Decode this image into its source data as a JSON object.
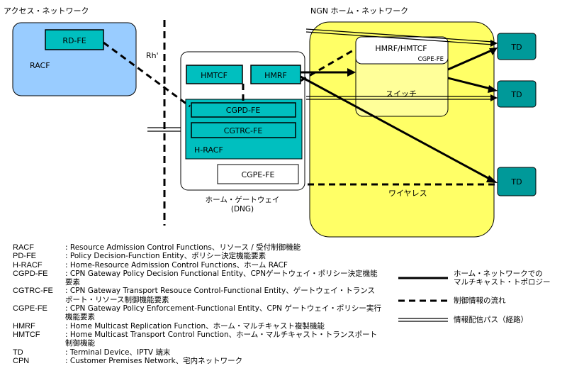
{
  "regions": {
    "access_title": "アクセス・ネットワーク",
    "ngn_title": "NGN ホーム・ネットワーク"
  },
  "nodes": {
    "racf": "RACF",
    "rd_fe": "RD-FE",
    "rh": "Rh'",
    "hmtcf": "HMTCF",
    "hmrf": "HMRF",
    "cgpd_fe": "CGPD-FE",
    "cgtrc_fe": "CGTRC-FE",
    "h_racf": "H-RACF",
    "cgpe_fe": "CGPE-FE",
    "gateway_caption_1": "ホーム・ゲートウェイ",
    "gateway_caption_2": "(DNG)",
    "hmrf_hmtcf": "HMRF/HMTCF",
    "cgpe_fe_small": "CGPE-FE",
    "switch": "スイッチ",
    "wireless": "ワイヤレス",
    "td1": "TD",
    "td2": "TD",
    "td3": "TD"
  },
  "glossary": [
    {
      "term": "RACF",
      "def": "Resource Admission Control Functions、リソース / 受付制御機能"
    },
    {
      "term": "PD-FE",
      "def": "Policy Decision-Function Entity、ポリシー決定機能要素"
    },
    {
      "term": "H-RACF",
      "def": "Home-Resource Admission Control Functions、ホーム RACF"
    },
    {
      "term": "CGPD-FE",
      "def": "CPN Gateway Policy Decision Functional Entity、CPNゲートウェイ・ポリシー決定機能要素"
    },
    {
      "term": "CGTRC-FE",
      "def": "CPN Gateway Transport Resouce Control-Functional Entity、ゲートウェイ・トランスポート・リソース制御機能要素"
    },
    {
      "term": "CGPE-FE",
      "def": "CPN Gateway Policy Enforcement-Functional Entity、CPN ゲートウェイ・ポリシー実行機能要素"
    },
    {
      "term": "HMRF",
      "def": "Home Multicast Replication Function、ホーム・マルチキャスト複製機能"
    },
    {
      "term": "HMTCF",
      "def": "Home Multicast Transport Control Function、ホーム・マルチキャスト・トランスポート制御機能"
    },
    {
      "term": "TD",
      "def": "Terminal Device、IPTV 端末"
    },
    {
      "term": "CPN",
      "def": "Customer Premises Network、宅内ネットワーク"
    }
  ],
  "key": {
    "solid_1": "ホーム・ネットワークでの",
    "solid_2": "マルチキャスト・トポロジー",
    "dashed": "制御情報の流れ",
    "double": "情報配信パス（経路）"
  },
  "colors": {
    "racf_fill": "#99ccff",
    "ngn_fill": "#ffff66",
    "teal": "#00bfbf",
    "td_fill": "#009999",
    "switch_fill": "#ffff99"
  }
}
